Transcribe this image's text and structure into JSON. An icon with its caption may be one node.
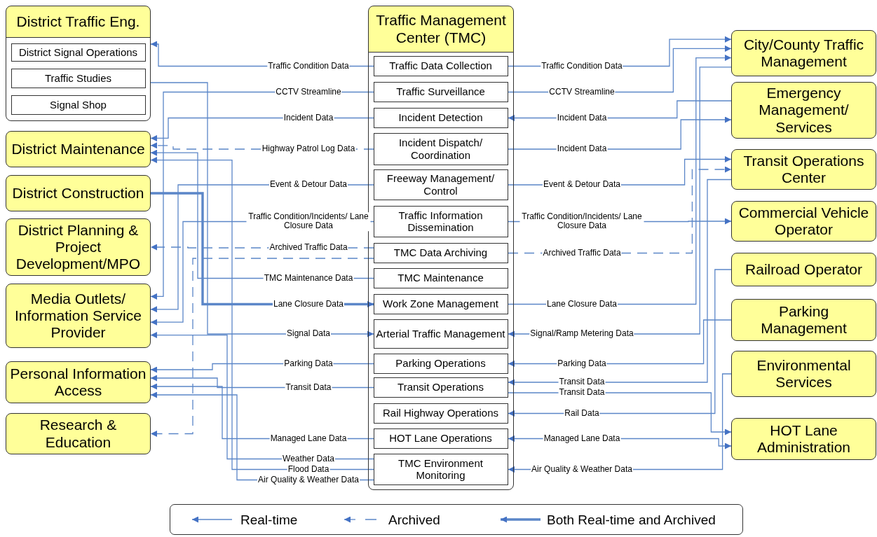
{
  "diagram": {
    "nodes": [
      {
        "text": [
          "District Traffic Eng."
        ]
      },
      {
        "text": [
          "District Signal Operations"
        ],
        "in": 0
      },
      {
        "text": [
          "Traffic Studies"
        ],
        "in": 0
      },
      {
        "text": [
          "Signal Shop"
        ],
        "in": 0
      },
      {
        "text": [
          "District Maintenance"
        ]
      },
      {
        "text": [
          "District Construction"
        ]
      },
      {
        "text": [
          "District Planning & Project Development/MPO"
        ]
      },
      {
        "text": [
          "Media Outlets/ Information Service Provider"
        ]
      },
      {
        "text": [
          "Personal Information Access"
        ]
      },
      {
        "text": [
          "Research & Education"
        ]
      },
      {
        "text": [
          "Traffic Management Center (TMC)"
        ]
      },
      {
        "text": [
          "Traffic Data Collection"
        ],
        "in": 10
      },
      {
        "text": [
          "Traffic Surveillance"
        ],
        "in": 10
      },
      {
        "text": [
          "Incident Detection"
        ],
        "in": 10
      },
      {
        "text": [
          "Incident Dispatch/ Coordination"
        ],
        "in": 10
      },
      {
        "text": [
          "Freeway Management/ Control"
        ],
        "in": 10
      },
      {
        "text": [
          "Traffic Information Dissemination"
        ],
        "in": 10
      },
      {
        "text": [
          "TMC Data Archiving"
        ],
        "in": 10
      },
      {
        "text": [
          "TMC Maintenance"
        ],
        "in": 10
      },
      {
        "text": [
          "Work Zone Management"
        ],
        "in": 10
      },
      {
        "text": [
          "Arterial Traffic Management"
        ],
        "in": 10
      },
      {
        "text": [
          "Parking Operations"
        ],
        "in": 10
      },
      {
        "text": [
          "Transit Operations"
        ],
        "in": 10
      },
      {
        "text": [
          "Rail Highway Operations"
        ],
        "in": 10
      },
      {
        "text": [
          "HOT Lane Operations"
        ],
        "in": 10
      },
      {
        "text": [
          "TMC Environment Monitoring"
        ],
        "in": 10
      },
      {
        "text": [
          "City/County Traffic Management"
        ]
      },
      {
        "text": [
          "Emergency Management/ Services"
        ]
      },
      {
        "text": [
          "Transit Operations Center"
        ]
      },
      {
        "text": [
          "Commercial Vehicle Operator"
        ]
      },
      {
        "text": [
          "Railroad Operator"
        ]
      },
      {
        "text": [
          "Parking Management"
        ]
      },
      {
        "text": [
          "Environmental Services"
        ]
      },
      {
        "text": [
          "HOT Lane Administration"
        ]
      }
    ],
    "edges": [
      {
        "from": 11,
        "to": 0,
        "arrow": "to",
        "label": "Traffic Condition Data"
      },
      {
        "from": 12,
        "to": 7,
        "arrow": "to",
        "label": "CCTV Streamline"
      },
      {
        "from": 13,
        "to": 4,
        "arrow": "to",
        "label": "Incident Data"
      },
      {
        "from": 14,
        "to": 4,
        "arrow": "to",
        "label": "Highway Patrol Log Data",
        "style": "dashed"
      },
      {
        "from": 15,
        "to": 7,
        "arrow": "to",
        "label": "Event & Detour Data"
      },
      {
        "from": 16,
        "to": 7,
        "arrow": "to",
        "label": "Traffic Condition/Incidents/ Lane Closure Data"
      },
      {
        "from": 17,
        "to": 6,
        "arrow": "to",
        "label": "Archived Traffic Data",
        "style": "dashed"
      },
      {
        "from": 17,
        "to": 9,
        "arrow": "to",
        "style": "dashed"
      },
      {
        "from": 18,
        "to": 4,
        "arrow": "to",
        "label": "TMC Maintenance Data"
      },
      {
        "from": 5,
        "to": 19,
        "arrow": "to",
        "label": "Lane Closure Data",
        "style": "thick"
      },
      {
        "from": 0,
        "to": 20,
        "arrow": "to",
        "label": "Signal Data"
      },
      {
        "from": 21,
        "to": 8,
        "arrow": "to",
        "label": "Parking Data"
      },
      {
        "from": 22,
        "to": 8,
        "arrow": "to",
        "label": "Transit Data"
      },
      {
        "from": 24,
        "to": 8,
        "arrow": "to",
        "label": "Managed Lane Data"
      },
      {
        "from": 25,
        "to": 7,
        "arrow": "to",
        "label": "Weather Data"
      },
      {
        "from": 25,
        "to": 4,
        "arrow": "to",
        "label": "Flood Data"
      },
      {
        "from": 25,
        "to": 8,
        "arrow": "to",
        "label": "Air Quality & Weather Data"
      },
      {
        "from": 11,
        "to": 26,
        "arrow": "to",
        "label": "Traffic Condition Data"
      },
      {
        "from": 12,
        "to": 26,
        "arrow": "to",
        "label": "CCTV Streamline"
      },
      {
        "from": 27,
        "to": 13,
        "arrow": "to",
        "label": "Incident Data"
      },
      {
        "from": 14,
        "to": 27,
        "arrow": "to",
        "label": "Incident Data"
      },
      {
        "from": 15,
        "to": 28,
        "arrow": "to",
        "label": "Event & Detour Data"
      },
      {
        "from": 16,
        "to": 29,
        "arrow": "to",
        "label": "Traffic Condition/Incidents/ Lane Closure Data"
      },
      {
        "from": 17,
        "to": 28,
        "arrow": "to",
        "label": "Archived Traffic Data",
        "style": "dashed"
      },
      {
        "from": 19,
        "to": 26,
        "arrow": "to",
        "label": "Lane Closure Data"
      },
      {
        "from": 26,
        "to": 20,
        "arrow": "to",
        "label": "Signal/Ramp Metering Data"
      },
      {
        "from": 31,
        "to": 21,
        "arrow": "to",
        "label": "Parking Data"
      },
      {
        "from": 28,
        "to": 22,
        "arrow": "to",
        "label": "Transit Data"
      },
      {
        "from": 22,
        "to": 33,
        "arrow": "to",
        "label": "Transit Data"
      },
      {
        "from": 30,
        "to": 23,
        "arrow": "to",
        "label": "Rail Data"
      },
      {
        "from": 33,
        "to": 24,
        "arrow": "both",
        "label": "Managed Lane Data"
      },
      {
        "from": 32,
        "to": 25,
        "arrow": "to",
        "label": "Air Quality & Weather Data"
      }
    ],
    "legend": [
      {
        "text": "Real-time"
      },
      {
        "text": "Archived"
      },
      {
        "text": "Both Real-time and Archived"
      }
    ]
  }
}
